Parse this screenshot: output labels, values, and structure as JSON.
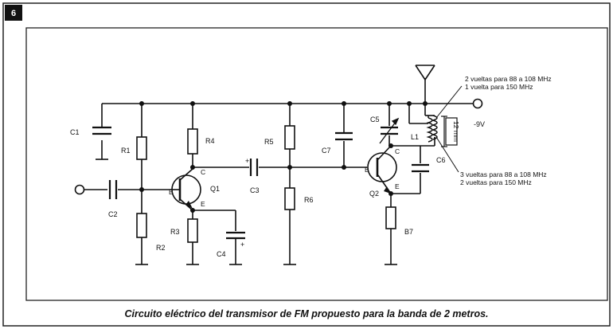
{
  "figure": {
    "number": "6",
    "caption": "Circuito eléctrico del transmisor de FM propuesto para la banda de 2 metros."
  },
  "components": {
    "c1": "C1",
    "c2": "C2",
    "c3": "C3",
    "c4": "C4",
    "c5": "C5",
    "c6": "C6",
    "c7": "C7",
    "r1": "R1",
    "r2": "R2",
    "r3": "R3",
    "r4": "R4",
    "r5": "R5",
    "r6": "R6",
    "r7": "B7",
    "q1": "Q1",
    "q2": "Q2",
    "l1": "L1"
  },
  "pins": {
    "c": "C",
    "b": "B",
    "e": "E"
  },
  "supply": "-9V",
  "dimension": "12 mm",
  "notes": {
    "top_line1": "2 vueltas para 88 a 108 MHz",
    "top_line2": "1 vuelta para 150 MHz",
    "bottom_line1": "3 vueltas para 88 a 108 MHz",
    "bottom_line2": "2 vueltas para 150 MHz"
  },
  "polarity": {
    "plus": "+"
  }
}
